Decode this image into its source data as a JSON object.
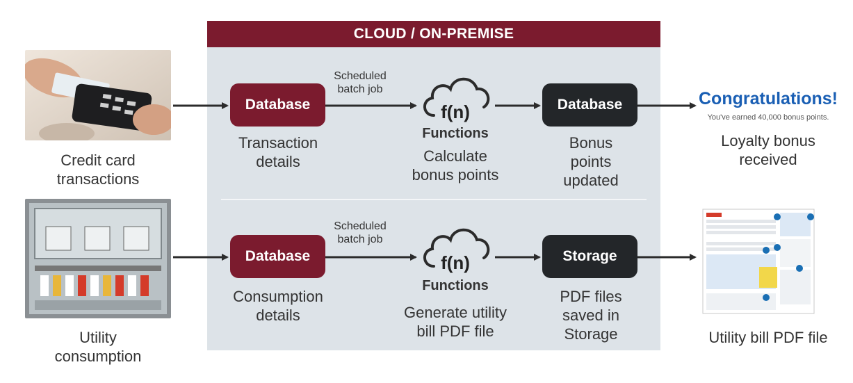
{
  "panel": {
    "title": "CLOUD / ON-PREMISE"
  },
  "row1": {
    "source_label": "Credit card\ntransactions",
    "job_label": "Scheduled\nbatch job",
    "db_label": "Database",
    "db_caption": "Transaction\ndetails",
    "fn_symbol": "f(n)",
    "fn_title": "Functions",
    "fn_caption": "Calculate\nbonus points",
    "target_label": "Database",
    "target_caption": "Bonus\npoints\nupdated",
    "congrats_title": "Congratulations!",
    "congrats_sub": "You've earned 40,000 bonus points.",
    "result_label": "Loyalty bonus\nreceived"
  },
  "row2": {
    "source_label": "Utility\nconsumption",
    "job_label": "Scheduled\nbatch job",
    "db_label": "Database",
    "db_caption": "Consumption\ndetails",
    "fn_symbol": "f(n)",
    "fn_title": "Functions",
    "fn_caption": "Generate utility\nbill PDF file",
    "target_label": "Storage",
    "target_caption": "PDF files\nsaved in\nStorage",
    "result_label": "Utility bill PDF file"
  },
  "colors": {
    "brand_red": "#7b1b2e",
    "dark_box": "#232629",
    "panel_bg": "#dde3e8",
    "congrats_blue": "#1a5fb4"
  },
  "icons": {
    "function_cloud": "cloud-function-icon",
    "credit_card_photo": "credit-card-terminal-image",
    "utility_photo": "utility-meter-image",
    "bill_document": "utility-bill-document-image"
  }
}
